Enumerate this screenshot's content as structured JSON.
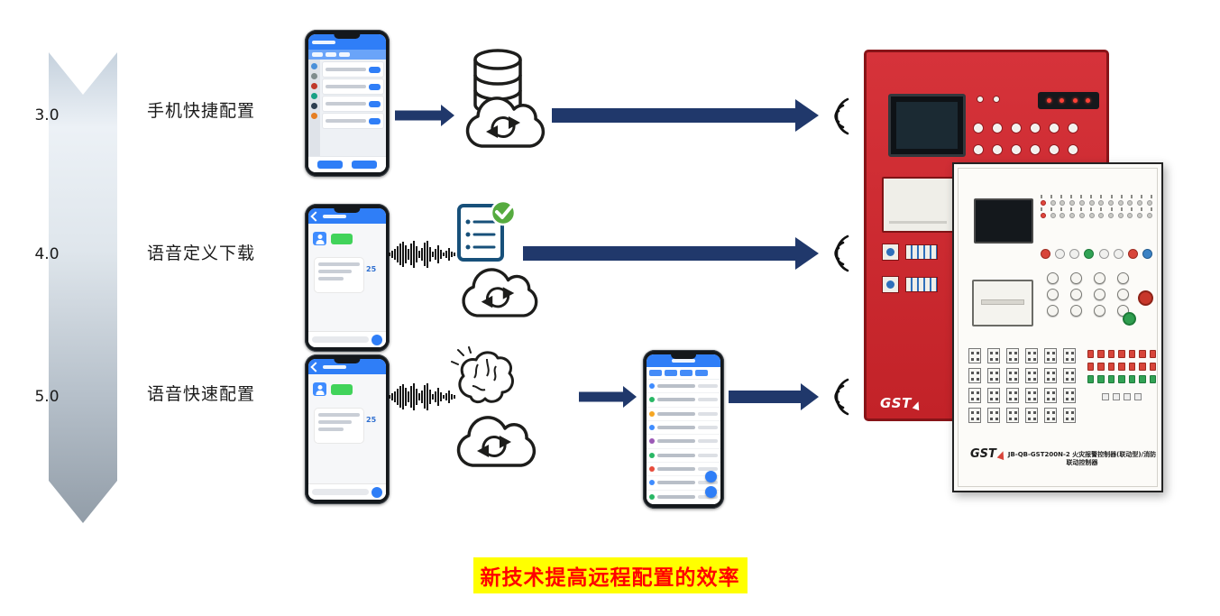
{
  "rows": [
    {
      "version": "3.0",
      "label": "手机快捷配置"
    },
    {
      "version": "4.0",
      "label": "语音定义下载"
    },
    {
      "version": "5.0",
      "label": "语音快速配置"
    }
  ],
  "chat": {
    "voice_badge": "25"
  },
  "caption": {
    "text": "新技术提高远程配置的效率"
  },
  "devices": {
    "red_panel": {
      "brand": "GST"
    },
    "white_panel": {
      "brand": "GST",
      "model": "JB-QB-GST200N-2 火灾报警控制器(联动型)/消防联动控制器"
    }
  },
  "icons": {
    "database": "database-icon",
    "cloud_sync": "cloud-sync-icon",
    "checklist": "checklist-icon",
    "ai_brain": "ai-brain-icon",
    "waveform": "voice-waveform-icon",
    "wifi": "wifi-signal-icon"
  },
  "colors": {
    "arrow": "#20386b",
    "caption_bg": "#ffff00",
    "caption_text": "#ff0000",
    "phone_accent": "#2f7ef7",
    "panel_red": "#c9262c"
  }
}
